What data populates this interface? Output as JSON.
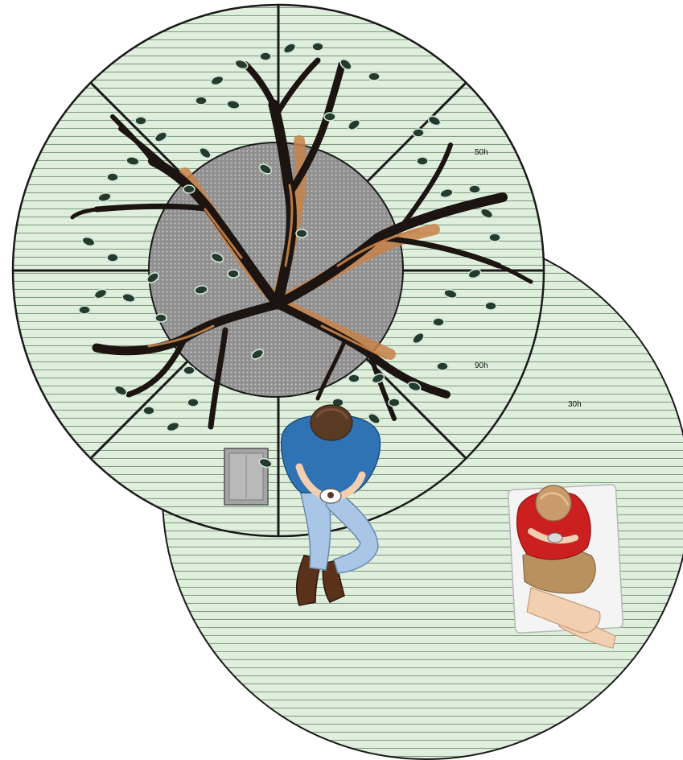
{
  "diagram": {
    "labels": {
      "large_deck_height": "50h",
      "tree_ring_height": "90h",
      "lower_deck_height": "30h"
    },
    "colors": {
      "deck_fill": "#dfeedd",
      "deck_lines": "#6f8f6e",
      "outline": "#1a1a1a",
      "tree_surround": "#8f8f8f",
      "branch": "#1c1410",
      "branch_highlight": "#c8834a",
      "leaf": "#233a2c",
      "leaf_edge": "#cfe3d6",
      "shirt_blue": "#2f73b5",
      "jeans": "#a9c6e6",
      "shoes": "#5a321a",
      "hair_brown": "#5b3a24",
      "red_top": "#cc1f1f",
      "skirt": "#b8915f",
      "skin": "#f2cfb0",
      "cushion": "#f4f4f4",
      "planter": "#a5a5a5"
    },
    "icons": {
      "tree": "tree-canopy-icon",
      "man": "seated-man-icon",
      "woman": "reclining-woman-icon",
      "planter": "planter-box-icon"
    }
  }
}
